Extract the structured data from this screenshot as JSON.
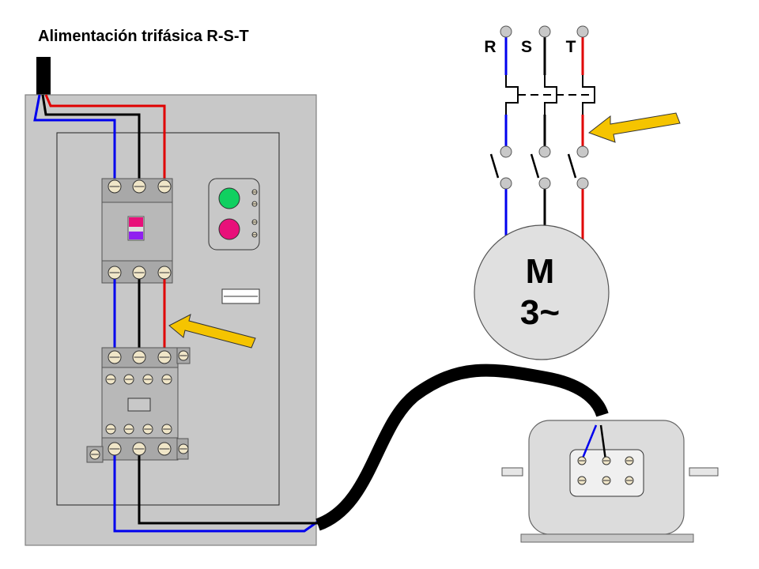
{
  "title": "Alimentación trifásica R-S-T",
  "phases": {
    "r": "R",
    "s": "S",
    "t": "T"
  },
  "motor_symbol": {
    "letter": "M",
    "phase_count": "3~"
  },
  "colors": {
    "phase_blue": "#0000ee",
    "phase_black": "#000000",
    "phase_red": "#e00000",
    "panel_gray": "#c8c8c8",
    "arrow_yellow": "#f5c400",
    "start_button_green": "#10d060",
    "stop_button_magenta": "#e8107a",
    "motor_circle_fill": "#e0e0e0",
    "cable_black": "#000000"
  },
  "icons": {
    "indicator_arrows": "yellow-arrow-icon",
    "terminal_screws": "screw-terminal-icon",
    "switch_contacts": "contact-switch-icon"
  }
}
